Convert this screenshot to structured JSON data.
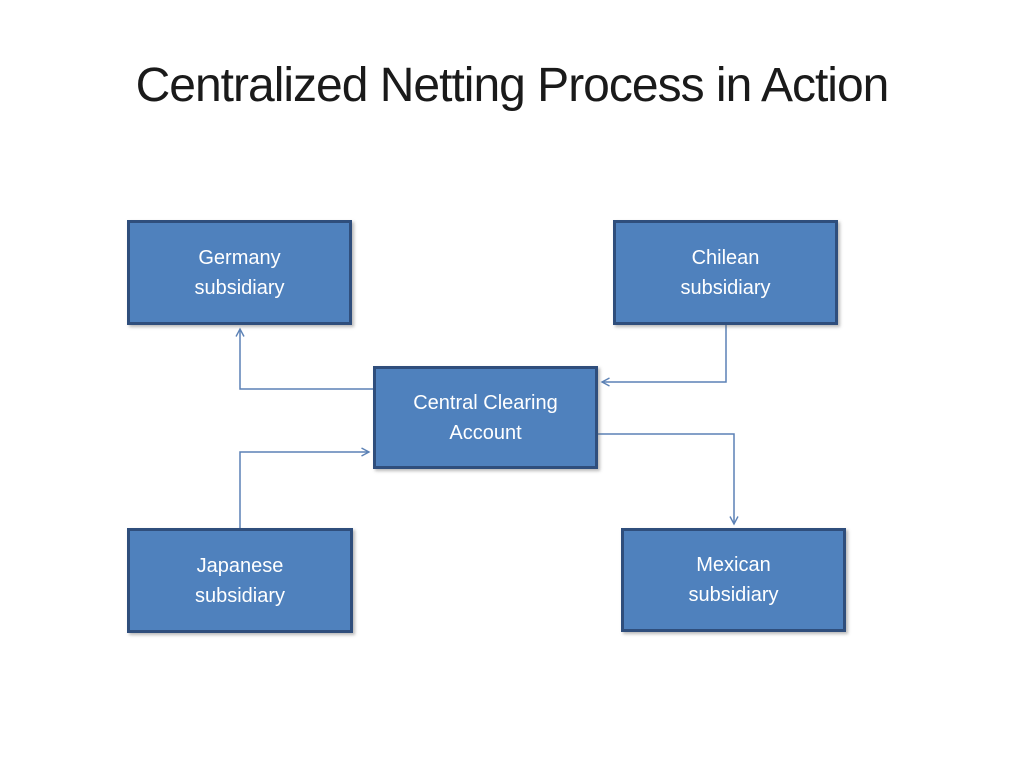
{
  "slide": {
    "title": "Centralized Netting Process in Action",
    "background_color": "#ffffff",
    "title_color": "#1a1a1a"
  },
  "diagram": {
    "nodes": {
      "germany": {
        "label": "Germany\nsubsidiary"
      },
      "chilean": {
        "label": "Chilean\nsubsidiary"
      },
      "central": {
        "label": "Central Clearing\nAccount"
      },
      "japanese": {
        "label": "Japanese\nsubsidiary"
      },
      "mexican": {
        "label": "Mexican\nsubsidiary"
      }
    },
    "connections": [
      {
        "from": "japanese",
        "to": "central",
        "style": "elbow-arrow"
      },
      {
        "from": "chilean",
        "to": "central",
        "style": "elbow-arrow"
      },
      {
        "from": "central",
        "to": "germany",
        "style": "elbow-arrow"
      },
      {
        "from": "central",
        "to": "mexican",
        "style": "elbow-arrow"
      }
    ],
    "colors": {
      "node_fill": "#4F81BD",
      "node_border": "#2F4E7C",
      "node_text": "#FFFFFF",
      "connector": "#5B81B5"
    }
  }
}
